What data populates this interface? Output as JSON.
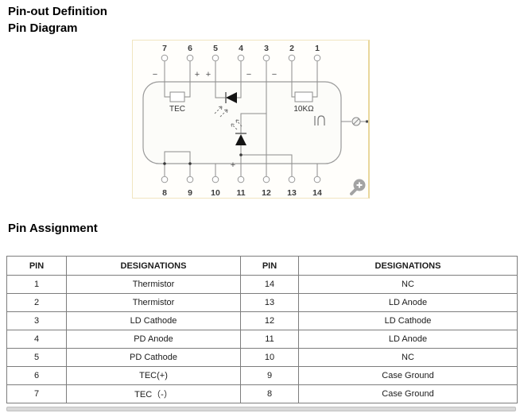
{
  "page": {
    "title_line1": "Pin-out Definition",
    "title_line2": "Pin Diagram",
    "assignment_title": "Pin Assignment"
  },
  "diagram": {
    "top_pins": [
      "7",
      "6",
      "5",
      "4",
      "3",
      "2",
      "1"
    ],
    "bottom_pins": [
      "8",
      "9",
      "10",
      "11",
      "12",
      "13",
      "14"
    ],
    "signs": {
      "tec_minus": "−",
      "tec_plus": "+",
      "pd_plus": "+",
      "pd_minus": "−",
      "ld_minus": "−",
      "ld_plus": "+"
    },
    "labels": {
      "tec": "TEC",
      "resistor": "10KΩ"
    },
    "colors": {
      "wire": "#8c8c8c",
      "package_stroke": "#9a9a9a",
      "image_border": "#e9d79c",
      "zoom_icon": "#a3a3a3"
    }
  },
  "table": {
    "headers": [
      "PIN",
      "DESIGNATIONS",
      "PIN",
      "DESIGNATIONS"
    ],
    "rows": [
      [
        "1",
        "Thermistor",
        "14",
        "NC"
      ],
      [
        "2",
        "Thermistor",
        "13",
        "LD Anode"
      ],
      [
        "3",
        "LD Cathode",
        "12",
        "LD Cathode"
      ],
      [
        "4",
        "PD Anode",
        "11",
        "LD Anode"
      ],
      [
        "5",
        "PD Cathode",
        "10",
        "NC"
      ],
      [
        "6",
        "TEC(+)",
        "9",
        "Case Ground"
      ],
      [
        "7",
        "TEC（-）",
        "8",
        "Case Ground"
      ]
    ]
  }
}
